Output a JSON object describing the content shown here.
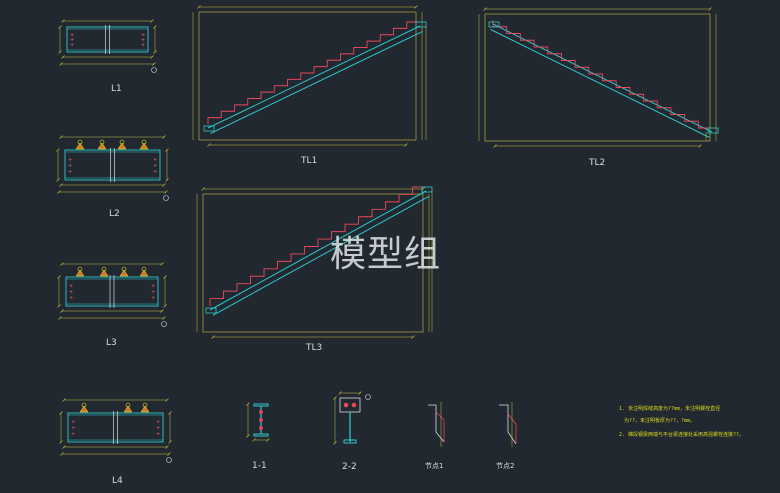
{
  "watermark": "模型组",
  "labels": {
    "L1": "L1",
    "L2": "L2",
    "L3": "L3",
    "L4": "L4",
    "TL1": "TL1",
    "TL2": "TL2",
    "TL3": "TL3",
    "sec11": "1-1",
    "sec22": "2-2",
    "detail1": "节点1",
    "detail2": "节点2"
  },
  "notes": {
    "n1a": "1. 未注明焊缝高度为??mm，未注明螺栓直径",
    "n1b": "为??，未注明板厚为??，?mm。",
    "n2": "2. 梯段钢梁两端与平台梁连接处采用高强螺栓连接??。"
  },
  "colors": {
    "background": "#212830",
    "stringer": "#2ec7cc",
    "step": "#e8485a",
    "dimension": "#c9c238",
    "bolt": "#f0e020",
    "note": "#d8d820",
    "text": "#d8dcdc",
    "watermark": "#ebeef0"
  }
}
